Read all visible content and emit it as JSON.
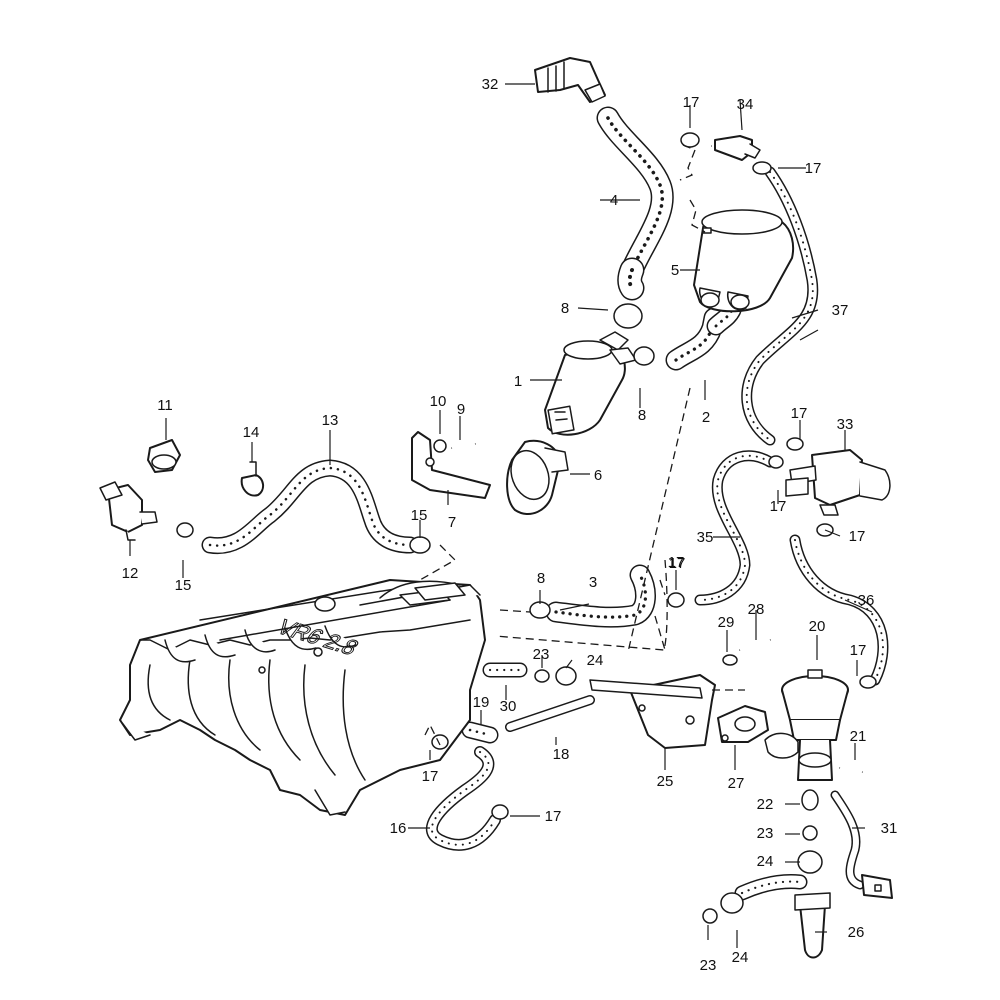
{
  "diagram": {
    "highlight_color": "#66ff33",
    "line_color": "#1a1a1a",
    "background_color": "#ffffff",
    "highlighted_part": "5",
    "manifold_emboss": "VR6 2.8",
    "callouts": [
      {
        "id": "c1",
        "label": "1"
      },
      {
        "id": "c2",
        "label": "2"
      },
      {
        "id": "c3",
        "label": "3"
      },
      {
        "id": "c4",
        "label": "4"
      },
      {
        "id": "c5",
        "label": "5"
      },
      {
        "id": "c6",
        "label": "6"
      },
      {
        "id": "c7",
        "label": "7"
      },
      {
        "id": "c8a",
        "label": "8"
      },
      {
        "id": "c8b",
        "label": "8"
      },
      {
        "id": "c8c",
        "label": "8"
      },
      {
        "id": "c9",
        "label": "9"
      },
      {
        "id": "c10",
        "label": "10"
      },
      {
        "id": "c11",
        "label": "11"
      },
      {
        "id": "c12",
        "label": "12"
      },
      {
        "id": "c13",
        "label": "13"
      },
      {
        "id": "c14",
        "label": "14"
      },
      {
        "id": "c15a",
        "label": "15"
      },
      {
        "id": "c15b",
        "label": "15"
      },
      {
        "id": "c16",
        "label": "16"
      },
      {
        "id": "c17a",
        "label": "17"
      },
      {
        "id": "c17b",
        "label": "17"
      },
      {
        "id": "c17c",
        "label": "17"
      },
      {
        "id": "c17d",
        "label": "17"
      },
      {
        "id": "c17e",
        "label": "17"
      },
      {
        "id": "c17f",
        "label": "17"
      },
      {
        "id": "c17g",
        "label": "17"
      },
      {
        "id": "c17h",
        "label": "17"
      },
      {
        "id": "c17i",
        "label": "17"
      },
      {
        "id": "c17j",
        "label": "17"
      },
      {
        "id": "c18",
        "label": "18"
      },
      {
        "id": "c19",
        "label": "19"
      },
      {
        "id": "c20",
        "label": "20"
      },
      {
        "id": "c21",
        "label": "21"
      },
      {
        "id": "c22",
        "label": "22"
      },
      {
        "id": "c23a",
        "label": "23"
      },
      {
        "id": "c23b",
        "label": "23"
      },
      {
        "id": "c23c",
        "label": "23"
      },
      {
        "id": "c24a",
        "label": "24"
      },
      {
        "id": "c24b",
        "label": "24"
      },
      {
        "id": "c24c",
        "label": "24"
      },
      {
        "id": "c25",
        "label": "25"
      },
      {
        "id": "c26",
        "label": "26"
      },
      {
        "id": "c27",
        "label": "27"
      },
      {
        "id": "c28",
        "label": "28"
      },
      {
        "id": "c29",
        "label": "29"
      },
      {
        "id": "c30",
        "label": "30"
      },
      {
        "id": "c31",
        "label": "31"
      },
      {
        "id": "c32",
        "label": "32"
      },
      {
        "id": "c33",
        "label": "33"
      },
      {
        "id": "c34",
        "label": "34"
      },
      {
        "id": "c35",
        "label": "35"
      },
      {
        "id": "c36",
        "label": "36"
      },
      {
        "id": "c37",
        "label": "37"
      }
    ]
  }
}
